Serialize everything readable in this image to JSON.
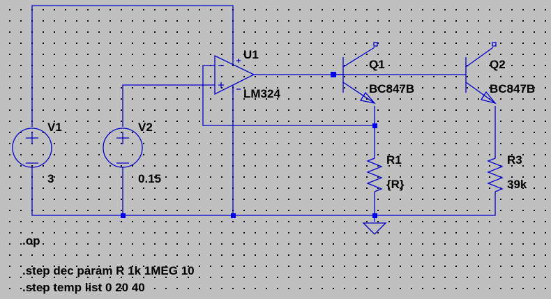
{
  "colors": {
    "background": "#c0c0c0",
    "grid_dot": "#000000",
    "wire": "#0000cc",
    "junction": "#0000ee",
    "text": "#000000"
  },
  "components": {
    "v1": {
      "ref": "V1",
      "value": "3"
    },
    "v2": {
      "ref": "V2",
      "value": "0.15"
    },
    "u1": {
      "ref": "U1",
      "value": "LM324"
    },
    "q1": {
      "ref": "Q1",
      "value": "BC847B"
    },
    "q2": {
      "ref": "Q2",
      "value": "BC847B"
    },
    "r1": {
      "ref": "R1",
      "value": "{R}"
    },
    "r3": {
      "ref": "R3",
      "value": "39k"
    }
  },
  "directives": {
    "op": ".op",
    "step_param": ".step dec param R 1k 1MEG 10",
    "step_temp": ".step temp list 0 20 40"
  },
  "icons": [
    "voltage-source-icon",
    "opamp-icon",
    "npn-transistor-icon",
    "resistor-icon",
    "ground-icon"
  ]
}
